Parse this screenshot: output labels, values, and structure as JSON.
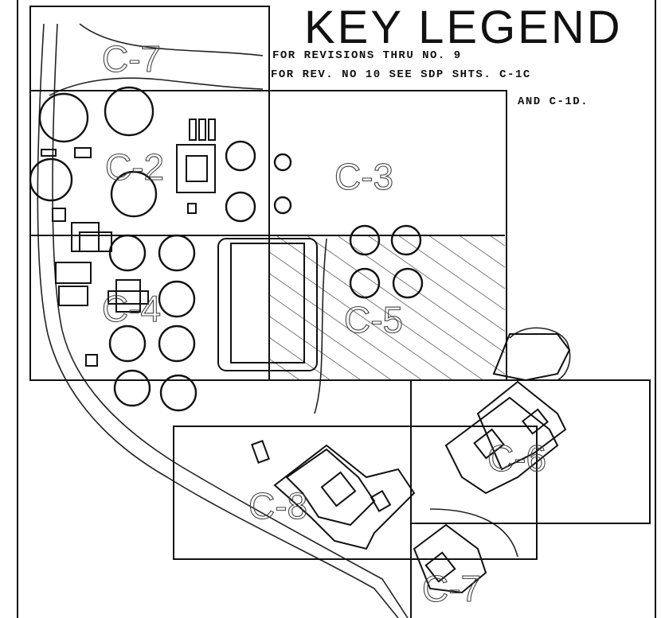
{
  "legend": {
    "title": "KEY LEGEND",
    "note_line1": "FOR REVISIONS THRU NO. 9",
    "note_line2": "FOR REV. NO 10 SEE SDP SHTS. C-1C",
    "note_line3": "AND C-1D."
  },
  "sheets": [
    {
      "id": "c7-top",
      "label": "C-7"
    },
    {
      "id": "c2",
      "label": "C-2"
    },
    {
      "id": "c3",
      "label": "C-3"
    },
    {
      "id": "c4",
      "label": "C-4"
    },
    {
      "id": "c5",
      "label": "C-5"
    },
    {
      "id": "c6",
      "label": "C-6"
    },
    {
      "id": "c8",
      "label": "C-8"
    },
    {
      "id": "c7-bottom",
      "label": "C-7"
    }
  ],
  "colors": {
    "ink": "#111111",
    "paper": "#ffffff"
  }
}
